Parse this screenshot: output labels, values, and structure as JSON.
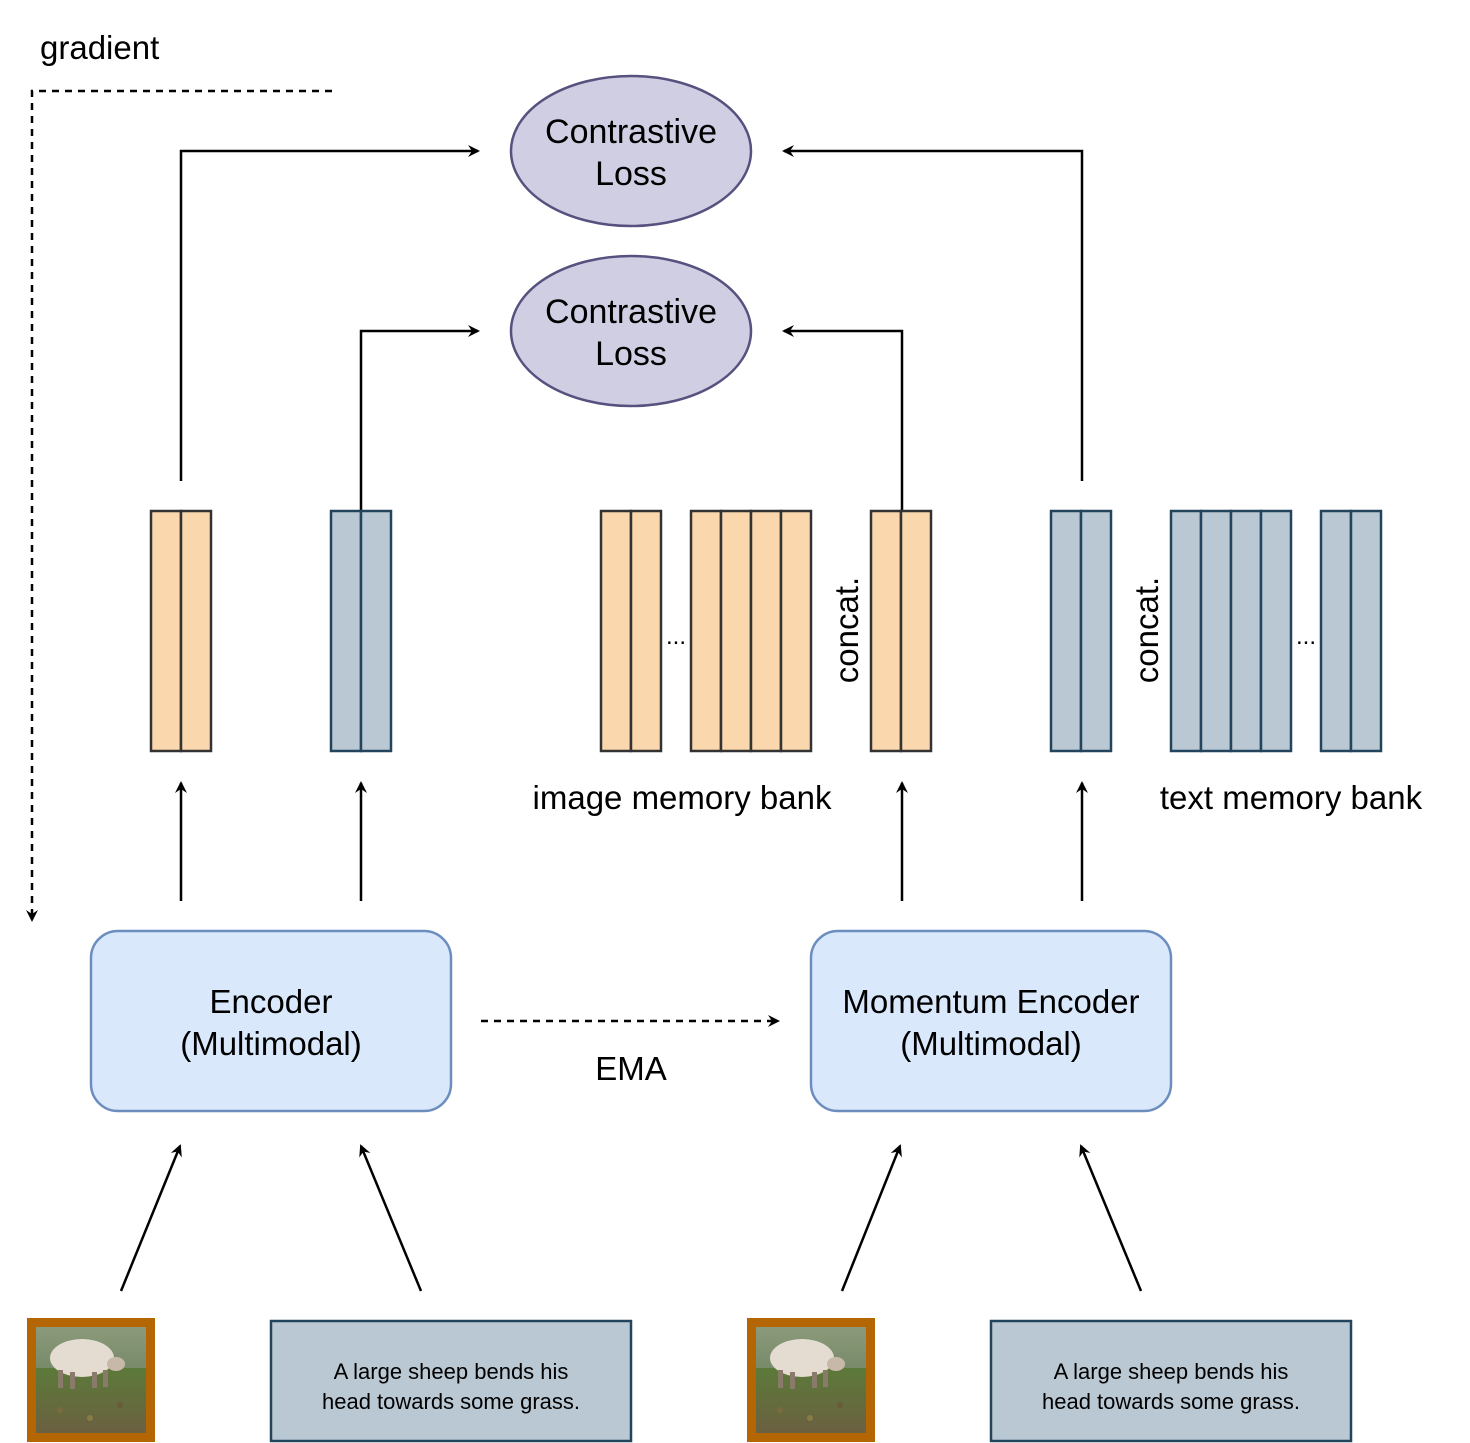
{
  "labels": {
    "gradient": "gradient",
    "loss_top_line1": "Contrastive",
    "loss_top_line2": "Loss",
    "loss_mid_line1": "Contrastive",
    "loss_mid_line2": "Loss",
    "image_memory_bank": "image memory bank",
    "text_memory_bank": "text memory bank",
    "concat_image": "concat.",
    "concat_text": "concat.",
    "ellipsis_image": "...",
    "ellipsis_text": "...",
    "encoder_line1": "Encoder",
    "encoder_line2": "(Multimodal)",
    "momentum_line1": "Momentum Encoder",
    "momentum_line2": "(Multimodal)",
    "ema": "EMA",
    "caption_left_line1": "A large sheep bends his",
    "caption_left_line2": "head towards some grass.",
    "caption_right_line1": "A large sheep bends his",
    "caption_right_line2": "head towards some grass."
  },
  "colors": {
    "image_feature": "#FAD7AC",
    "text_feature": "#BAC8D3",
    "feature_stroke": "#333333",
    "loss_fill": "#D0CEE2",
    "loss_stroke": "#56517E",
    "encoder_fill": "#DAE8FC",
    "encoder_stroke": "#6C8EBF",
    "caption_fill": "#BAC8D3",
    "caption_stroke": "#23445D",
    "photo_frame": "#B46504"
  },
  "icons": {
    "sheep_photo": "sheep-photo-icon"
  }
}
